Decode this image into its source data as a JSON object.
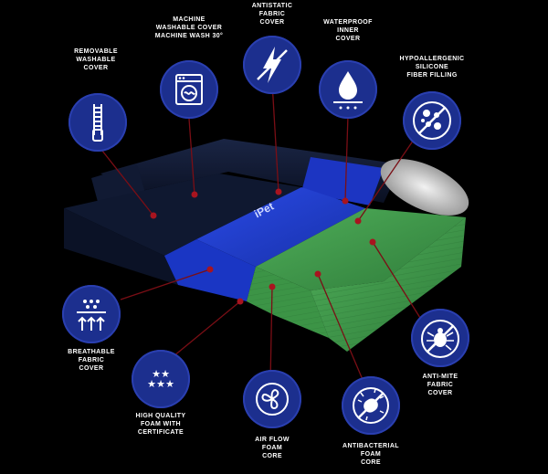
{
  "brand": "iPet",
  "features": [
    {
      "id": "zipper",
      "label": "REMOVABLE\nWASHABLE\nCOVER",
      "icon": "zipper-icon"
    },
    {
      "id": "washing",
      "label": "MACHINE\nWASHABLE COVER\nMACHINE WASH 30°",
      "icon": "washing-machine-icon"
    },
    {
      "id": "antistatic",
      "label": "ANTISTATIC\nFABRIC\nCOVER",
      "icon": "lightning-icon"
    },
    {
      "id": "waterproof",
      "label": "WATERPROOF\nINNER\nCOVER",
      "icon": "water-drop-icon"
    },
    {
      "id": "hypoallergenic",
      "label": "HYPOALLERGENIC\nSILICONE\nFIBER FILLING",
      "icon": "no-allergens-icon"
    },
    {
      "id": "breathable",
      "label": "BREATHABLE\nFABRIC\nCOVER",
      "icon": "breathable-icon"
    },
    {
      "id": "quality",
      "label": "HIGH QUALITY\nFOAM WITH\nCERTIFICATE",
      "icon": "stars-icon"
    },
    {
      "id": "ventilation",
      "label": "AIR FLOW\nFOAM\nCORE",
      "icon": "fan-icon"
    },
    {
      "id": "antimite",
      "label": "ANTI-MITE\nFABRIC\nCOVER",
      "icon": "no-mites-icon"
    },
    {
      "id": "antibacterial",
      "label": "ANTIBACTERIAL\nFOAM\nCORE",
      "icon": "bacteria-icon"
    }
  ],
  "colors": {
    "circle": "#1c2f8e",
    "line": "#7a0e15",
    "dot": "#a8141f",
    "bed_dark": "#101a33",
    "bed_blue": "#1e3fd1",
    "foam_green": "#3f9b4a"
  }
}
